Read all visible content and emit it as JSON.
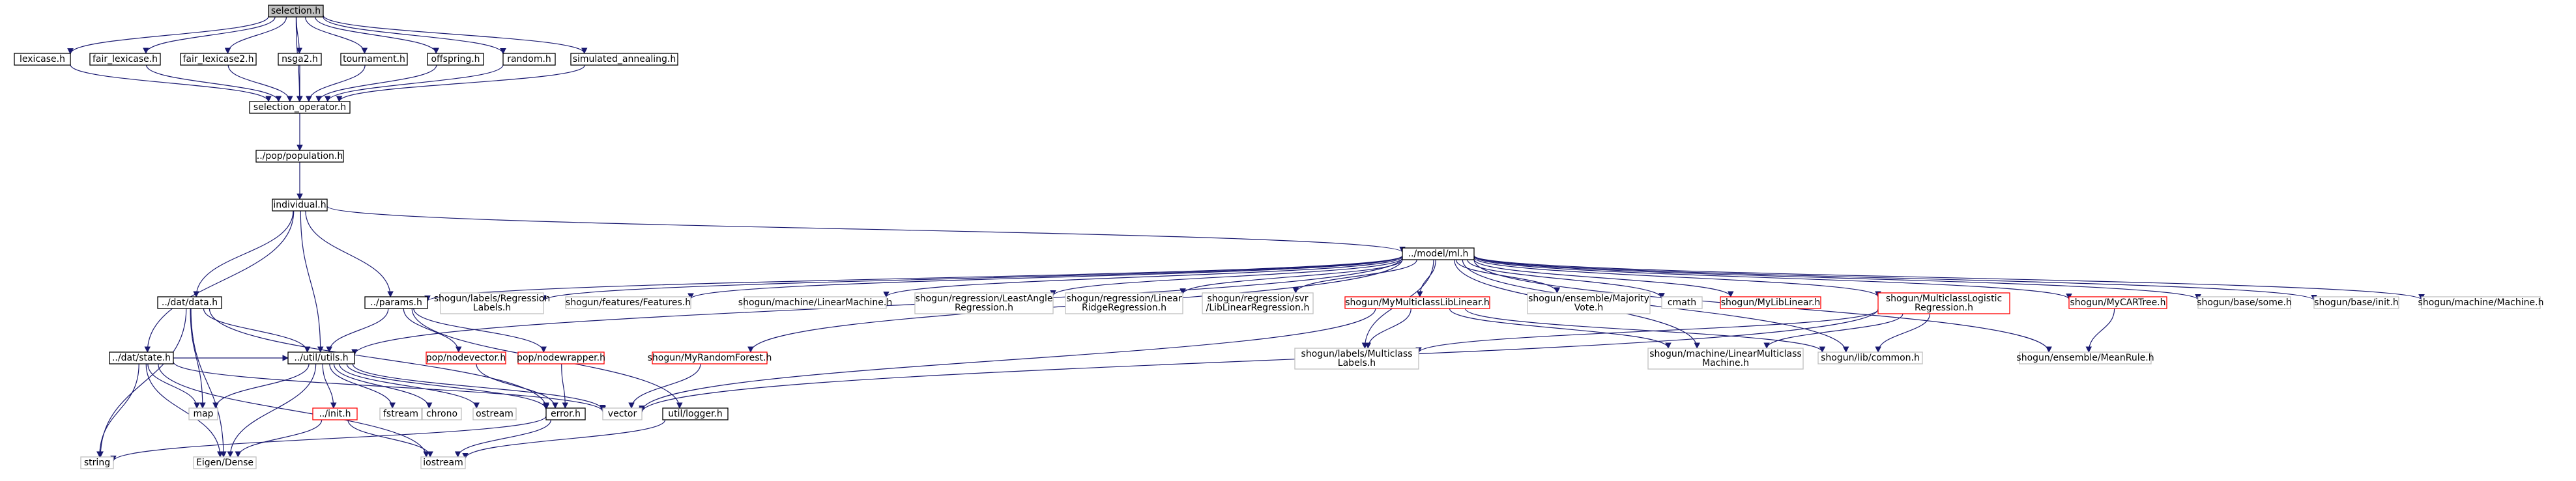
{
  "colors": {
    "edge": "#191970",
    "root_fill": "#bfbfbf",
    "root_border": "#000000",
    "normal_border": "#000000",
    "red_border": "#ff0000",
    "gray_border": "#bfbfbf",
    "background": "#ffffff"
  },
  "nodes": [
    {
      "id": "selection",
      "lines": [
        "selection.h"
      ],
      "style": "root"
    },
    {
      "id": "lexicase",
      "lines": [
        "lexicase.h"
      ],
      "style": "normal"
    },
    {
      "id": "fair_lexicase",
      "lines": [
        "fair_lexicase.h"
      ],
      "style": "normal"
    },
    {
      "id": "fair_lexicase2",
      "lines": [
        "fair_lexicase2.h"
      ],
      "style": "normal"
    },
    {
      "id": "nsga2",
      "lines": [
        "nsga2.h"
      ],
      "style": "normal"
    },
    {
      "id": "tournament",
      "lines": [
        "tournament.h"
      ],
      "style": "normal"
    },
    {
      "id": "offspring",
      "lines": [
        "offspring.h"
      ],
      "style": "normal"
    },
    {
      "id": "random",
      "lines": [
        "random.h"
      ],
      "style": "normal"
    },
    {
      "id": "simulated_annealing",
      "lines": [
        "simulated_annealing.h"
      ],
      "style": "normal"
    },
    {
      "id": "selection_operator",
      "lines": [
        "selection_operator.h"
      ],
      "style": "normal"
    },
    {
      "id": "population",
      "lines": [
        "../pop/population.h"
      ],
      "style": "normal"
    },
    {
      "id": "individual",
      "lines": [
        "individual.h"
      ],
      "style": "normal"
    },
    {
      "id": "ml",
      "lines": [
        "../model/ml.h"
      ],
      "style": "normal"
    },
    {
      "id": "data",
      "lines": [
        "../dat/data.h"
      ],
      "style": "normal"
    },
    {
      "id": "params",
      "lines": [
        "../params.h"
      ],
      "style": "normal"
    },
    {
      "id": "state",
      "lines": [
        "../dat/state.h"
      ],
      "style": "normal"
    },
    {
      "id": "utils",
      "lines": [
        "../util/utils.h"
      ],
      "style": "normal"
    },
    {
      "id": "nodevector",
      "lines": [
        "pop/nodevector.h"
      ],
      "style": "red"
    },
    {
      "id": "nodewrapper",
      "lines": [
        "pop/nodewrapper.h"
      ],
      "style": "red"
    },
    {
      "id": "myrandomforest",
      "lines": [
        "shogun/MyRandomForest.h"
      ],
      "style": "red"
    },
    {
      "id": "regressionlabels",
      "lines": [
        "shogun/labels/Regression",
        "Labels.h"
      ],
      "style": "gray"
    },
    {
      "id": "features",
      "lines": [
        "shogun/features/Features.h"
      ],
      "style": "gray"
    },
    {
      "id": "linearmachine",
      "lines": [
        "shogun/machine/LinearMachine.h"
      ],
      "style": "gray"
    },
    {
      "id": "leastangle",
      "lines": [
        "shogun/regression/LeastAngle",
        "Regression.h"
      ],
      "style": "gray"
    },
    {
      "id": "linearridge",
      "lines": [
        "shogun/regression/Linear",
        "RidgeRegression.h"
      ],
      "style": "gray"
    },
    {
      "id": "liblinearregression",
      "lines": [
        "shogun/regression/svr",
        "/LibLinearRegression.h"
      ],
      "style": "gray"
    },
    {
      "id": "mymulticlass",
      "lines": [
        "shogun/MyMulticlassLibLinear.h"
      ],
      "style": "red"
    },
    {
      "id": "majorityvote",
      "lines": [
        "shogun/ensemble/Majority",
        "Vote.h"
      ],
      "style": "gray"
    },
    {
      "id": "cmath",
      "lines": [
        "cmath"
      ],
      "style": "gray"
    },
    {
      "id": "mylibliner",
      "lines": [
        "shogun/MyLibLinear.h"
      ],
      "style": "red"
    },
    {
      "id": "multiclasslogistic",
      "lines": [
        "shogun/MulticlassLogistic",
        "Regression.h"
      ],
      "style": "red"
    },
    {
      "id": "mycarttree",
      "lines": [
        "shogun/MyCARTree.h"
      ],
      "style": "red"
    },
    {
      "id": "some",
      "lines": [
        "shogun/base/some.h"
      ],
      "style": "gray"
    },
    {
      "id": "init",
      "lines": [
        "shogun/base/init.h"
      ],
      "style": "gray"
    },
    {
      "id": "machine",
      "lines": [
        "shogun/machine/Machine.h"
      ],
      "style": "gray"
    },
    {
      "id": "multiclasslabels",
      "lines": [
        "shogun/labels/Multiclass",
        "Labels.h"
      ],
      "style": "gray"
    },
    {
      "id": "linearmulticlass",
      "lines": [
        "shogun/machine/LinearMulticlass",
        "Machine.h"
      ],
      "style": "gray"
    },
    {
      "id": "common",
      "lines": [
        "shogun/lib/common.h"
      ],
      "style": "gray"
    },
    {
      "id": "meanrule",
      "lines": [
        "shogun/ensemble/MeanRule.h"
      ],
      "style": "gray"
    },
    {
      "id": "map",
      "lines": [
        "map"
      ],
      "style": "gray"
    },
    {
      "id": "dotinit",
      "lines": [
        "../init.h"
      ],
      "style": "red"
    },
    {
      "id": "fstream",
      "lines": [
        "fstream"
      ],
      "style": "gray"
    },
    {
      "id": "chrono",
      "lines": [
        "chrono"
      ],
      "style": "gray"
    },
    {
      "id": "ostream",
      "lines": [
        "ostream"
      ],
      "style": "gray"
    },
    {
      "id": "error",
      "lines": [
        "error.h"
      ],
      "style": "normal"
    },
    {
      "id": "vector",
      "lines": [
        "vector"
      ],
      "style": "gray"
    },
    {
      "id": "logger",
      "lines": [
        "util/logger.h"
      ],
      "style": "normal"
    },
    {
      "id": "string",
      "lines": [
        "string"
      ],
      "style": "gray"
    },
    {
      "id": "eigen",
      "lines": [
        "Eigen/Dense"
      ],
      "style": "gray"
    },
    {
      "id": "iostream",
      "lines": [
        "iostream"
      ],
      "style": "gray"
    }
  ],
  "edges": [
    [
      "selection",
      "lexicase"
    ],
    [
      "selection",
      "fair_lexicase"
    ],
    [
      "selection",
      "fair_lexicase2"
    ],
    [
      "selection",
      "nsga2"
    ],
    [
      "selection",
      "tournament"
    ],
    [
      "selection",
      "offspring"
    ],
    [
      "selection",
      "random"
    ],
    [
      "selection",
      "simulated_annealing"
    ],
    [
      "selection",
      "selection_operator"
    ],
    [
      "lexicase",
      "selection_operator"
    ],
    [
      "fair_lexicase",
      "selection_operator"
    ],
    [
      "fair_lexicase2",
      "selection_operator"
    ],
    [
      "nsga2",
      "selection_operator"
    ],
    [
      "tournament",
      "selection_operator"
    ],
    [
      "offspring",
      "selection_operator"
    ],
    [
      "random",
      "selection_operator"
    ],
    [
      "simulated_annealing",
      "selection_operator"
    ],
    [
      "selection_operator",
      "population"
    ],
    [
      "population",
      "individual"
    ],
    [
      "individual",
      "ml"
    ],
    [
      "individual",
      "data"
    ],
    [
      "individual",
      "params"
    ],
    [
      "individual",
      "state"
    ],
    [
      "individual",
      "utils"
    ],
    [
      "ml",
      "regressionlabels"
    ],
    [
      "ml",
      "features"
    ],
    [
      "ml",
      "linearmachine"
    ],
    [
      "ml",
      "leastangle"
    ],
    [
      "ml",
      "linearridge"
    ],
    [
      "ml",
      "liblinearregression"
    ],
    [
      "ml",
      "mymulticlass"
    ],
    [
      "ml",
      "majorityvote"
    ],
    [
      "ml",
      "cmath"
    ],
    [
      "ml",
      "mylibliner"
    ],
    [
      "ml",
      "multiclasslogistic"
    ],
    [
      "ml",
      "mycarttree"
    ],
    [
      "ml",
      "some"
    ],
    [
      "ml",
      "init"
    ],
    [
      "ml",
      "machine"
    ],
    [
      "ml",
      "myrandomforest"
    ],
    [
      "ml",
      "params"
    ],
    [
      "ml",
      "utils"
    ],
    [
      "ml",
      "multiclasslabels"
    ],
    [
      "ml",
      "linearmulticlass"
    ],
    [
      "ml",
      "common"
    ],
    [
      "ml",
      "meanrule"
    ],
    [
      "data",
      "utils"
    ],
    [
      "data",
      "map"
    ],
    [
      "data",
      "eigen"
    ],
    [
      "data",
      "string"
    ],
    [
      "data",
      "error"
    ],
    [
      "params",
      "utils"
    ],
    [
      "params",
      "nodevector"
    ],
    [
      "params",
      "nodewrapper"
    ],
    [
      "params",
      "logger"
    ],
    [
      "state",
      "utils"
    ],
    [
      "state",
      "map"
    ],
    [
      "state",
      "string"
    ],
    [
      "state",
      "eigen"
    ],
    [
      "state",
      "iostream"
    ],
    [
      "state",
      "vector"
    ],
    [
      "utils",
      "map"
    ],
    [
      "utils",
      "dotinit"
    ],
    [
      "utils",
      "fstream"
    ],
    [
      "utils",
      "chrono"
    ],
    [
      "utils",
      "ostream"
    ],
    [
      "utils",
      "error"
    ],
    [
      "utils",
      "vector"
    ],
    [
      "utils",
      "eigen"
    ],
    [
      "nodevector",
      "error"
    ],
    [
      "nodewrapper",
      "error"
    ],
    [
      "myrandomforest",
      "vector"
    ],
    [
      "mymulticlass",
      "multiclasslabels"
    ],
    [
      "mymulticlass",
      "linearmulticlass"
    ],
    [
      "mymulticlass",
      "common"
    ],
    [
      "mymulticlass",
      "vector"
    ],
    [
      "multiclasslogistic",
      "multiclasslabels"
    ],
    [
      "multiclasslogistic",
      "linearmulticlass"
    ],
    [
      "multiclasslogistic",
      "common"
    ],
    [
      "multiclasslogistic",
      "vector"
    ],
    [
      "mycarttree",
      "meanrule"
    ],
    [
      "dotinit",
      "eigen"
    ],
    [
      "dotinit",
      "iostream"
    ],
    [
      "error",
      "string"
    ],
    [
      "error",
      "iostream"
    ],
    [
      "logger",
      "iostream"
    ]
  ]
}
